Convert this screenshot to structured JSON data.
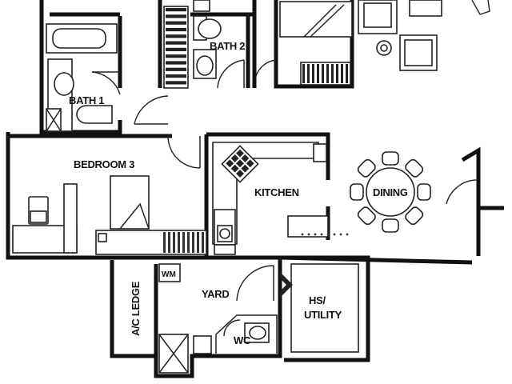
{
  "rooms": {
    "bath1": "BATH 1",
    "bath2": "BATH 2",
    "bedroom3": "BEDROOM 3",
    "kitchen": "KITCHEN",
    "dining": "DINING",
    "ac_ledge": "A/C LEDGE",
    "wm": "WM",
    "yard": "YARD",
    "hs_utility_line1": "HS/",
    "hs_utility_line2": "UTILITY",
    "wc": "WC"
  }
}
